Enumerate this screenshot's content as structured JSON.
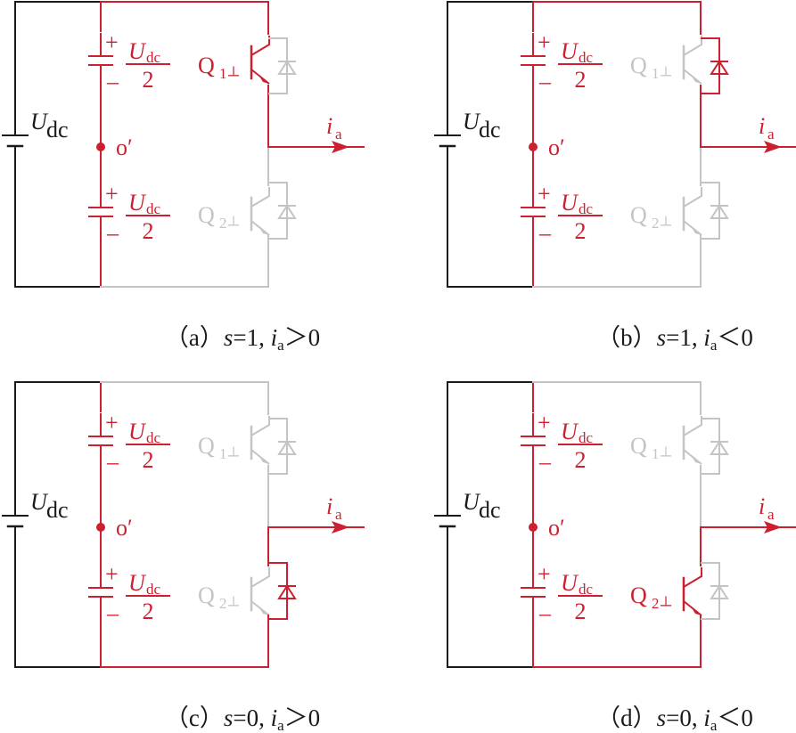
{
  "colors": {
    "active": "#cc1f2f",
    "dim": "#c4c4c4",
    "base": "#1a1a1a"
  },
  "labels": {
    "u": "U",
    "dc_sub": "dc",
    "half": "2",
    "plus": "+",
    "minus": "–",
    "o_prime": "o′",
    "q": "Q",
    "q1_sub": "1",
    "q2_sub": "2",
    "i": "i",
    "a_sub": "a",
    "switch_mark": "┴"
  },
  "panels": [
    {
      "id": "a",
      "caption": {
        "open": "（a）",
        "s": "s",
        "s_eq": "=1, ",
        "i": "i",
        "sub": "a",
        "rel": "＞0"
      },
      "state": {
        "left": "base",
        "bus": "active",
        "top_rail_right": "active",
        "bottom_rail": "dim",
        "out": "active",
        "q1": "active",
        "d1": "dim",
        "q2": "dim",
        "d2": "dim",
        "upper_path": "active",
        "lower_path": "dim",
        "q1_label": "active",
        "q2_label": "dim"
      }
    },
    {
      "id": "b",
      "caption": {
        "open": "（b）",
        "s": "s",
        "s_eq": "=1, ",
        "i": "i",
        "sub": "a",
        "rel": "＜0"
      },
      "state": {
        "left": "base",
        "bus": "active",
        "top_rail_right": "active",
        "bottom_rail": "dim",
        "out": "active",
        "q1": "dim",
        "d1": "active",
        "q2": "dim",
        "d2": "dim",
        "upper_path": "active",
        "lower_path": "dim",
        "q1_label": "dim",
        "q2_label": "dim"
      }
    },
    {
      "id": "c",
      "caption": {
        "open": "（c）",
        "s": "s",
        "s_eq": "=0, ",
        "i": "i",
        "sub": "a",
        "rel": "＞0"
      },
      "state": {
        "left": "base",
        "bus": "active",
        "top_rail_right": "dim",
        "bottom_rail": "active",
        "out": "active",
        "q1": "dim",
        "d1": "dim",
        "q2": "dim",
        "d2": "active",
        "upper_path": "dim",
        "lower_path": "active",
        "q1_label": "dim",
        "q2_label": "dim"
      }
    },
    {
      "id": "d",
      "caption": {
        "open": "（d）",
        "s": "s",
        "s_eq": "=0, ",
        "i": "i",
        "sub": "a",
        "rel": "＜0"
      },
      "state": {
        "left": "base",
        "bus": "active",
        "top_rail_right": "dim",
        "bottom_rail": "active",
        "out": "active",
        "q1": "dim",
        "d1": "dim",
        "q2": "active",
        "d2": "dim",
        "upper_path": "dim",
        "lower_path": "active",
        "q1_label": "dim",
        "q2_label": "active"
      }
    }
  ]
}
